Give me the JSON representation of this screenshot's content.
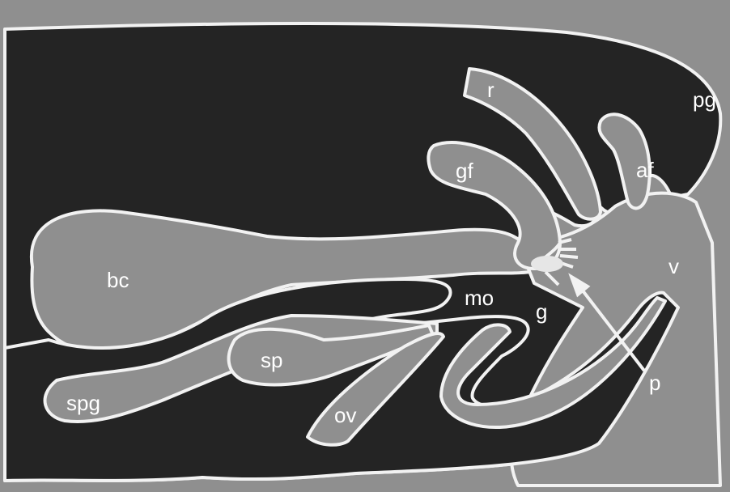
{
  "labels": {
    "r": "r",
    "pg": "pg",
    "gf": "gf",
    "af": "af",
    "bc": "bc",
    "v": "v",
    "mo": "mo",
    "g": "g",
    "sp": "sp",
    "p": "p",
    "spg": "spg",
    "ov": "ov"
  },
  "colors": {
    "background": "#8f8f8f",
    "body": "#242424",
    "outline": "#f2f2f2",
    "label": "#ffffff"
  }
}
